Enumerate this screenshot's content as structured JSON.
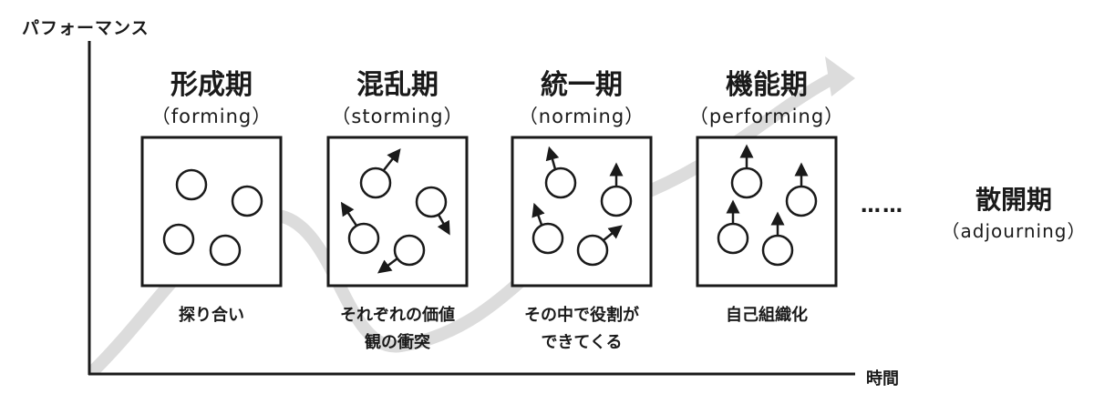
{
  "axes": {
    "y_label": "パフォーマンス",
    "x_label": "時間"
  },
  "stages": [
    {
      "title": "形成期",
      "subtitle": "（forming）",
      "description": "探り合い"
    },
    {
      "title": "混乱期",
      "subtitle": "（storming）",
      "description": "それぞれの価値観の衝突"
    },
    {
      "title": "統一期",
      "subtitle": "（norming）",
      "description": "その中で役割ができてくる"
    },
    {
      "title": "機能期",
      "subtitle": "（performing）",
      "description": "自己組織化"
    }
  ],
  "final_stage": {
    "title": "散開期",
    "subtitle": "（adjourning）"
  },
  "ellipsis": "……",
  "colors": {
    "curve": "#dcdcdc",
    "ink": "#1a1a1a"
  }
}
